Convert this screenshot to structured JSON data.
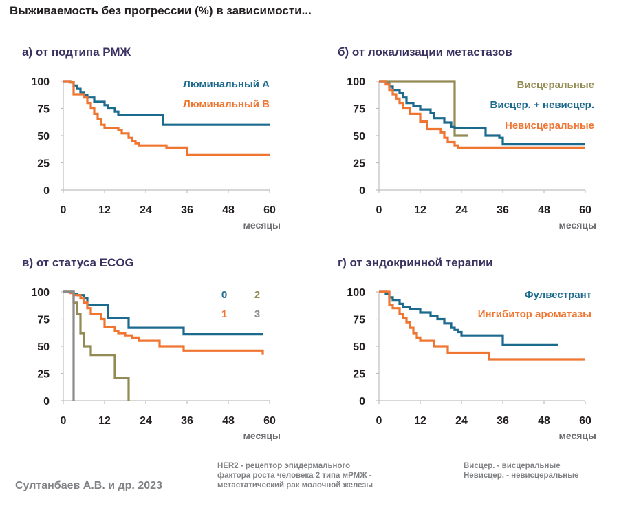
{
  "title": "Выживаемость без прогрессии (%) в зависимости...",
  "colors": {
    "blue": "#1c6a8e",
    "orange": "#f07531",
    "olive": "#948a54",
    "gray": "#8b8b8b",
    "title_purple": "#3a3160",
    "text": "#231f20",
    "muted": "#808285"
  },
  "footer": {
    "credit": "Султанбаев А.В. и др. 2023",
    "note_her2": "HER2 - рецептор эпидермального\nфактора роста человека 2 типа мРМЖ -\nметастатический рак молочной железы",
    "note_abbr": "Висцер. - висцеральные\nНевисцер. - невисцеральные"
  },
  "chart_data": [
    {
      "type": "line",
      "title": "а) от подтипа РМЖ",
      "xlabel": "месяцы",
      "ylabel": "",
      "xlim": [
        0,
        60
      ],
      "ylim": [
        0,
        100
      ],
      "xticks": [
        "0",
        "12",
        "24",
        "36",
        "48",
        "60"
      ],
      "yticks": [
        "0",
        "25",
        "50",
        "75",
        "100"
      ],
      "grid": false,
      "series": [
        {
          "name": "Люминальный А",
          "color": "#1c6a8e",
          "labelRow": 0,
          "labelAnchor": "end",
          "x": [
            0,
            2,
            3,
            4,
            5,
            6,
            7,
            9,
            12,
            13,
            15,
            16,
            29,
            60
          ],
          "y": [
            100,
            99,
            96,
            93,
            90,
            87,
            85,
            81,
            78,
            75,
            72,
            69,
            60,
            60
          ]
        },
        {
          "name": "Люминальный В",
          "color": "#f07531",
          "labelRow": 1,
          "labelAnchor": "end",
          "x": [
            0,
            2,
            3,
            6,
            7,
            8,
            9,
            10,
            11,
            12,
            16,
            17,
            19,
            20,
            21,
            22,
            28,
            30,
            36,
            60
          ],
          "y": [
            100,
            99,
            88,
            85,
            80,
            75,
            70,
            65,
            60,
            57,
            55,
            52,
            48,
            45,
            43,
            41,
            41,
            39,
            32,
            32
          ]
        }
      ]
    },
    {
      "type": "line",
      "title": "б) от локализации метастазов",
      "xlabel": "месяцы",
      "ylabel": "",
      "xlim": [
        0,
        60
      ],
      "ylim": [
        0,
        100
      ],
      "xticks": [
        "0",
        "12",
        "24",
        "36",
        "48",
        "60"
      ],
      "yticks": [
        "0",
        "25",
        "50",
        "75",
        "100"
      ],
      "grid": false,
      "series": [
        {
          "name": "Висцеральные",
          "color": "#948a54",
          "labelRow": 0,
          "labelAnchor": "end",
          "x": [
            0,
            22,
            22,
            26
          ],
          "y": [
            100,
            100,
            50,
            50
          ]
        },
        {
          "name": "Висцер. + невисцер.",
          "color": "#1c6a8e",
          "labelRow": 1,
          "labelAnchor": "end",
          "x": [
            0,
            2,
            3,
            4,
            6,
            7,
            8,
            10,
            12,
            15,
            16,
            19,
            21,
            22,
            31,
            35,
            36,
            60
          ],
          "y": [
            100,
            98,
            95,
            92,
            89,
            85,
            80,
            77,
            74,
            71,
            66,
            62,
            58,
            57,
            50,
            48,
            42,
            42
          ]
        },
        {
          "name": "Невисцеральные",
          "color": "#f07531",
          "labelRow": 2,
          "labelAnchor": "end",
          "x": [
            0,
            2,
            3,
            4,
            5,
            6,
            7,
            9,
            12,
            14,
            18,
            19,
            20,
            22,
            23,
            60
          ],
          "y": [
            100,
            97,
            92,
            88,
            84,
            80,
            75,
            70,
            63,
            56,
            53,
            48,
            44,
            41,
            39,
            39
          ]
        }
      ]
    },
    {
      "type": "line",
      "title": "в) от статуса ECOG",
      "xlabel": "месяцы",
      "ylabel": "",
      "xlim": [
        0,
        60
      ],
      "ylim": [
        0,
        100
      ],
      "xticks": [
        "0",
        "12",
        "24",
        "36",
        "48",
        "60"
      ],
      "yticks": [
        "0",
        "25",
        "50",
        "75",
        "100"
      ],
      "grid": false,
      "series": [
        {
          "name": "0",
          "color": "#1c6a8e",
          "labelRow": 0,
          "labelAnchor": "gridA",
          "x": [
            0,
            3,
            4,
            6,
            7,
            13,
            19,
            35,
            58
          ],
          "y": [
            100,
            98,
            97,
            94,
            88,
            76,
            67,
            61,
            61
          ]
        },
        {
          "name": "1",
          "color": "#f07531",
          "labelRow": 1,
          "labelAnchor": "gridA",
          "x": [
            0,
            2,
            3,
            5,
            6,
            7,
            8,
            11,
            12,
            15,
            16,
            18,
            20,
            22,
            28,
            35,
            58
          ],
          "y": [
            100,
            99,
            97,
            94,
            90,
            85,
            80,
            75,
            68,
            64,
            62,
            60,
            58,
            55,
            50,
            46,
            42
          ]
        },
        {
          "name": "2",
          "color": "#948a54",
          "labelRow": 0,
          "labelAnchor": "gridB",
          "x": [
            0,
            3,
            4,
            5,
            6,
            8,
            15,
            19,
            19
          ],
          "y": [
            100,
            90,
            80,
            62,
            50,
            42,
            21,
            21,
            0
          ]
        },
        {
          "name": "3",
          "color": "#8b8b8b",
          "labelRow": 1,
          "labelAnchor": "gridB",
          "x": [
            0,
            3,
            3
          ],
          "y": [
            100,
            100,
            0
          ]
        }
      ]
    },
    {
      "type": "line",
      "title": "г) от эндокринной терапии",
      "xlabel": "месяцы",
      "ylabel": "",
      "xlim": [
        0,
        60
      ],
      "ylim": [
        0,
        100
      ],
      "xticks": [
        "0",
        "12",
        "24",
        "36",
        "48",
        "60"
      ],
      "yticks": [
        "0",
        "25",
        "50",
        "75",
        "100"
      ],
      "grid": false,
      "series": [
        {
          "name": "Фулвестрант",
          "color": "#1c6a8e",
          "labelRow": 0,
          "labelAnchor": "end",
          "x": [
            0,
            2,
            3,
            4,
            6,
            7,
            9,
            12,
            15,
            17,
            19,
            21,
            22,
            23,
            24,
            36,
            52
          ],
          "y": [
            100,
            98,
            95,
            92,
            89,
            86,
            84,
            81,
            78,
            75,
            71,
            67,
            65,
            63,
            60,
            51,
            51
          ]
        },
        {
          "name": "Ингибитор ароматазы",
          "color": "#f07531",
          "labelRow": 1,
          "labelAnchor": "end",
          "x": [
            0,
            3,
            4,
            6,
            7,
            8,
            9,
            10,
            11,
            12,
            16,
            20,
            32,
            60
          ],
          "y": [
            100,
            88,
            85,
            80,
            76,
            72,
            67,
            62,
            58,
            55,
            50,
            44,
            38,
            38
          ]
        }
      ]
    }
  ]
}
